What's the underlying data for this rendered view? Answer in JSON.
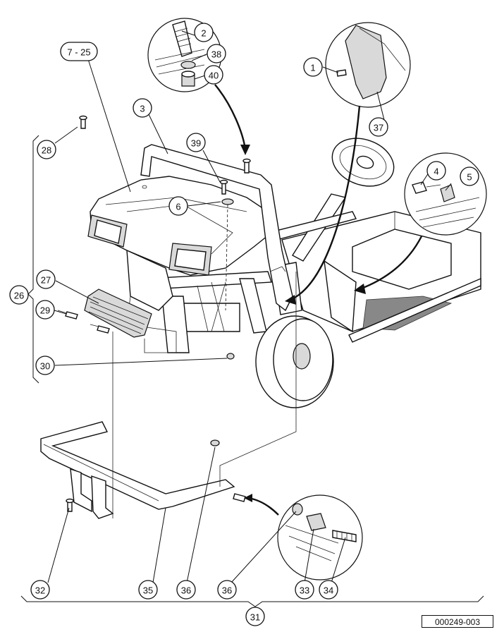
{
  "reference_code": "000249-003",
  "callouts": [
    {
      "id": "c1",
      "label": "1"
    },
    {
      "id": "c2",
      "label": "2"
    },
    {
      "id": "c3",
      "label": "3"
    },
    {
      "id": "c4",
      "label": "4"
    },
    {
      "id": "c5",
      "label": "5"
    },
    {
      "id": "c6",
      "label": "6"
    },
    {
      "id": "c7-25",
      "label": "7 - 25"
    },
    {
      "id": "c26",
      "label": "26"
    },
    {
      "id": "c27",
      "label": "27"
    },
    {
      "id": "c28",
      "label": "28"
    },
    {
      "id": "c29",
      "label": "29"
    },
    {
      "id": "c30",
      "label": "30"
    },
    {
      "id": "c31",
      "label": "31"
    },
    {
      "id": "c32",
      "label": "32"
    },
    {
      "id": "c33",
      "label": "33"
    },
    {
      "id": "c34",
      "label": "34"
    },
    {
      "id": "c35",
      "label": "35"
    },
    {
      "id": "c36a",
      "label": "36"
    },
    {
      "id": "c36b",
      "label": "36"
    },
    {
      "id": "c37",
      "label": "37"
    },
    {
      "id": "c38",
      "label": "38"
    },
    {
      "id": "c39",
      "label": "39"
    },
    {
      "id": "c40",
      "label": "40"
    }
  ]
}
